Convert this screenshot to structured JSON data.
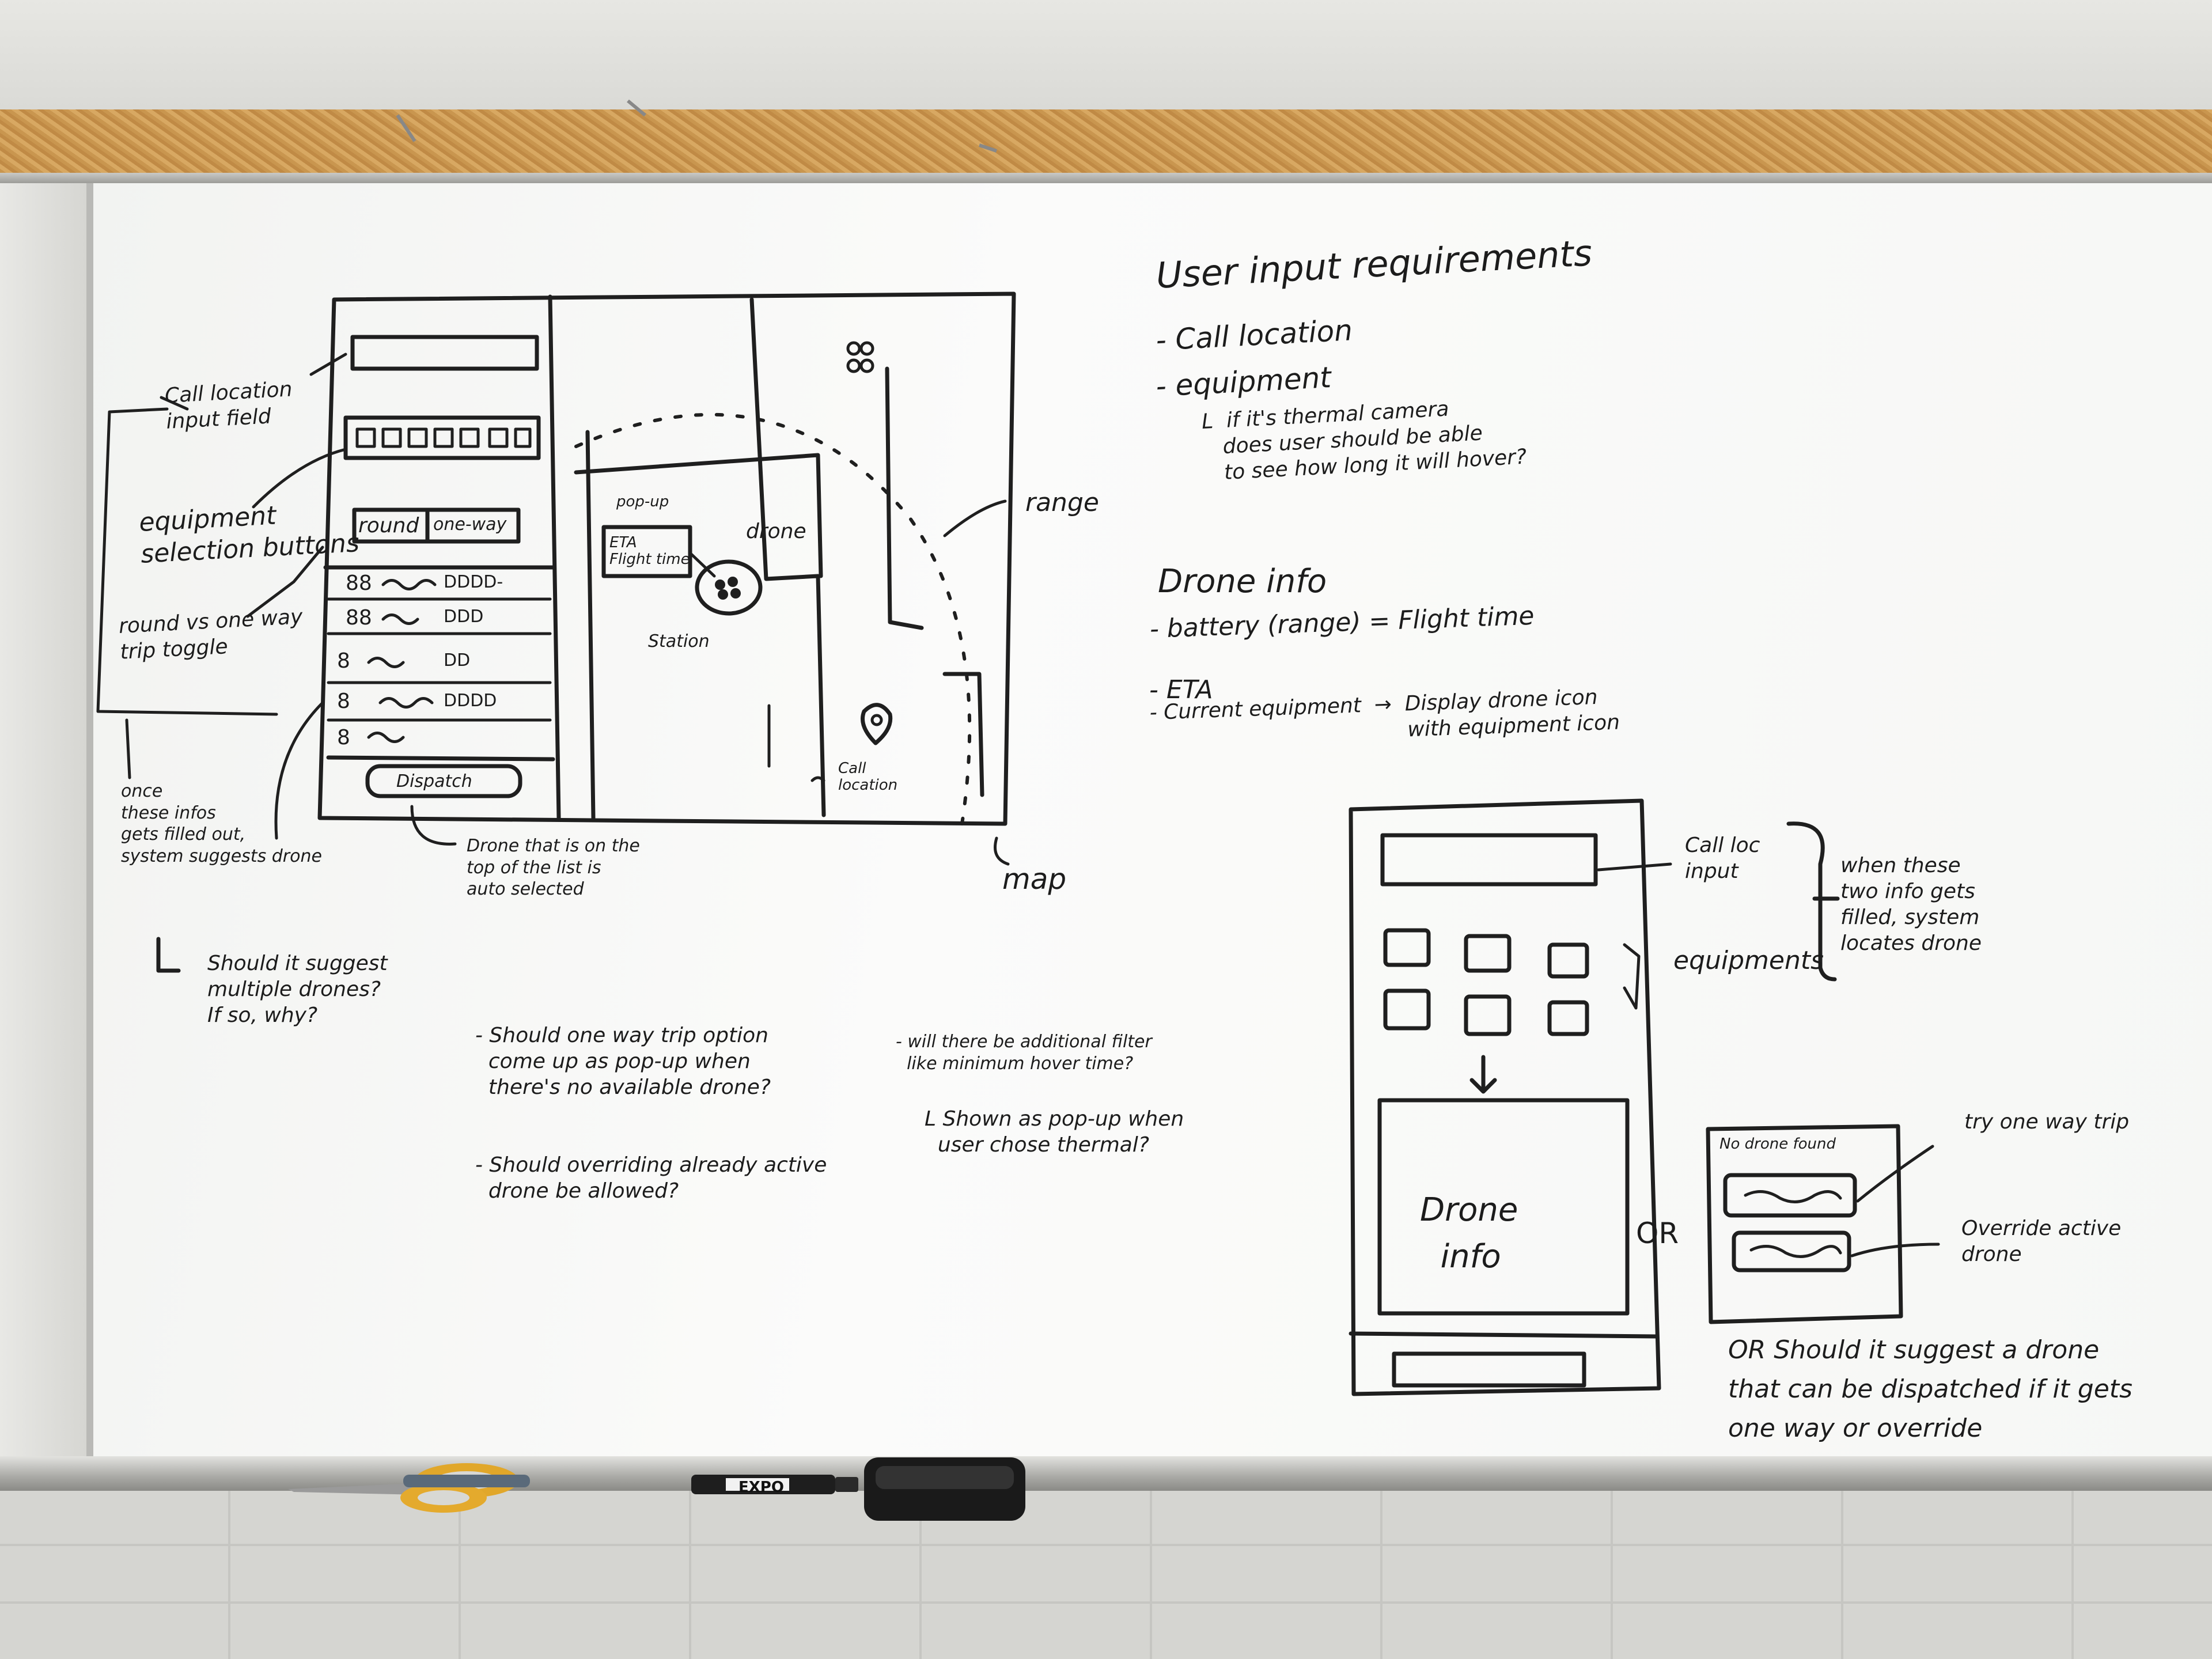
{
  "sketch_left": {
    "call_location_label": "Call location\ninput field",
    "equipment_label": "equipment\nselection buttons",
    "toggle_label": "round vs one way\ntrip toggle",
    "once_label": "once\nthese infos\ngets filled out,\nsystem suggests drone",
    "should_suggest": "Should it suggest\nmultiple drones?\nIf so, why?",
    "toggle_round": "round",
    "toggle_oneway": "one-way",
    "dispatch": "Dispatch",
    "drone_note": "Drone that is on the\ntop of the list is\nauto selected",
    "popup_label": "pop-up",
    "popup_text": "ETA\nFlight time",
    "drone_label": "drone",
    "station_label": "Station",
    "call_location_map": "Call\nlocation",
    "range_label": "range",
    "map_label": "map",
    "list_rows": [
      {
        "icon": "88",
        "chips": "DDDD-"
      },
      {
        "icon": "88",
        "chips": "DDD"
      },
      {
        "icon": "8",
        "chips": "DD"
      },
      {
        "icon": "8",
        "chips": "DDDD"
      },
      {
        "icon": "8",
        "chips": ""
      }
    ]
  },
  "questions": {
    "q1": "- Should one way trip option\n  come up as pop-up when\n  there's no available drone?",
    "q2": "- Should overriding already active\n  drone be allowed?",
    "q3": "- will there be additional filter\n  like minimum hover time?",
    "q4": "L Shown as pop-up when\n  user chose thermal?"
  },
  "requirements": {
    "title": "User input requirements",
    "items": [
      "- Call location",
      "- equipment"
    ],
    "sub": "L  if it's thermal camera\n   does user should be able\n   to see how long it will hover?"
  },
  "drone_info": {
    "title": "Drone info",
    "items": [
      "- battery (range) = Flight time",
      "- ETA",
      "- Current equipment  →  Display drone icon\n                                       with equipment icon"
    ]
  },
  "sketch_right": {
    "call_loc_input": "Call loc\ninput",
    "equipments": "equipments",
    "when_these": "when these\ntwo info gets\nfilled, system\nlocates drone",
    "drone_info_box": "Drone\n  info",
    "or": "OR",
    "no_drone_found": "No drone found",
    "try_one_way": "try one way trip",
    "override": "Override active\ndrone",
    "or_suggest": "OR Should it suggest a drone\nthat can be dispatched if it gets\none way or override"
  },
  "marker_label": "EXPO"
}
